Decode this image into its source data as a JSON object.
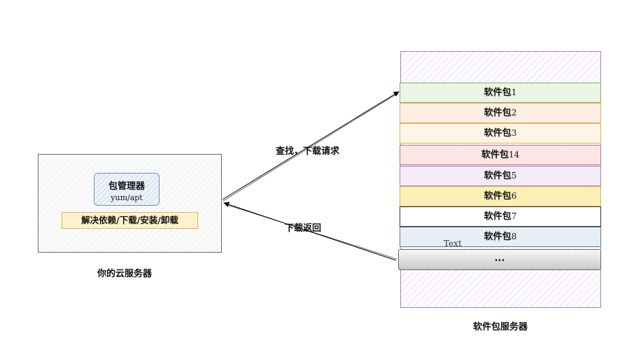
{
  "client": {
    "package_manager": {
      "title": "包管理器",
      "subtitle": "yum/apt"
    },
    "features": "解决依赖/下载/安装/卸载",
    "caption": "你的云服务器"
  },
  "server": {
    "caption": "软件包服务器",
    "packages": [
      {
        "label": "软件包",
        "num": "1",
        "fill": "#eaf5e3",
        "stroke": "#82b366"
      },
      {
        "label": "软件包",
        "num": "2",
        "fill": "#fdeee3",
        "stroke": "#e8a96a"
      },
      {
        "label": "软件包",
        "num": "3",
        "fill": "#fdf6e6",
        "stroke": "#e0b45a"
      },
      {
        "label": "软件包",
        "num": "14",
        "fill": "#fbe5e5",
        "stroke": "#c07070"
      },
      {
        "label": "软件包",
        "num": "5",
        "fill": "#f4ecf7",
        "stroke": "#a680b8"
      },
      {
        "label": "软件包",
        "num": "6",
        "fill": "#fbefb5",
        "stroke": "#d6b656"
      },
      {
        "label": "软件包",
        "num": "7",
        "fill": "#ffffff",
        "stroke": "#333333"
      },
      {
        "label": "软件包",
        "num": "8",
        "fill": "#e8eef6",
        "stroke": "#5a7a9c"
      }
    ],
    "ellipsis": "...",
    "stray_text": "Text"
  },
  "edges": {
    "request": "查找，下载请求",
    "return": "下载返回"
  }
}
